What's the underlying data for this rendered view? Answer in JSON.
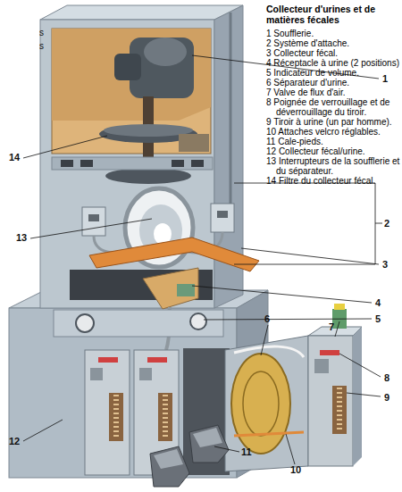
{
  "diagram": {
    "title": "Collecteur d'urines et de matières fécales",
    "labels": [
      "1 Soufflerie.",
      "2 Système d'attache.",
      "3 Collecteur fécal.",
      "4 Réceptacle à urine (2 positions)",
      "5 Indicateur de volume.",
      "6 Séparateur d'urine.",
      "7 Valve de flux d'air.",
      "8 Poignée de verrouillage et de déverrouillage du tiroir.",
      "9 Tiroir à urine (un par homme).",
      "10 Attaches velcro réglables.",
      "11 Cale-pieds.",
      "12 Collecteur fécal/urine.",
      "13 Interrupteurs de la soufflerie et du séparateur.",
      "14 Filtre du collecteur fécal.",
      "1",
      "14",
      "2",
      "13",
      "3",
      "4",
      "5",
      "6",
      "7",
      "8",
      "9",
      "12",
      "11",
      "10",
      "s",
      "s"
    ]
  }
}
